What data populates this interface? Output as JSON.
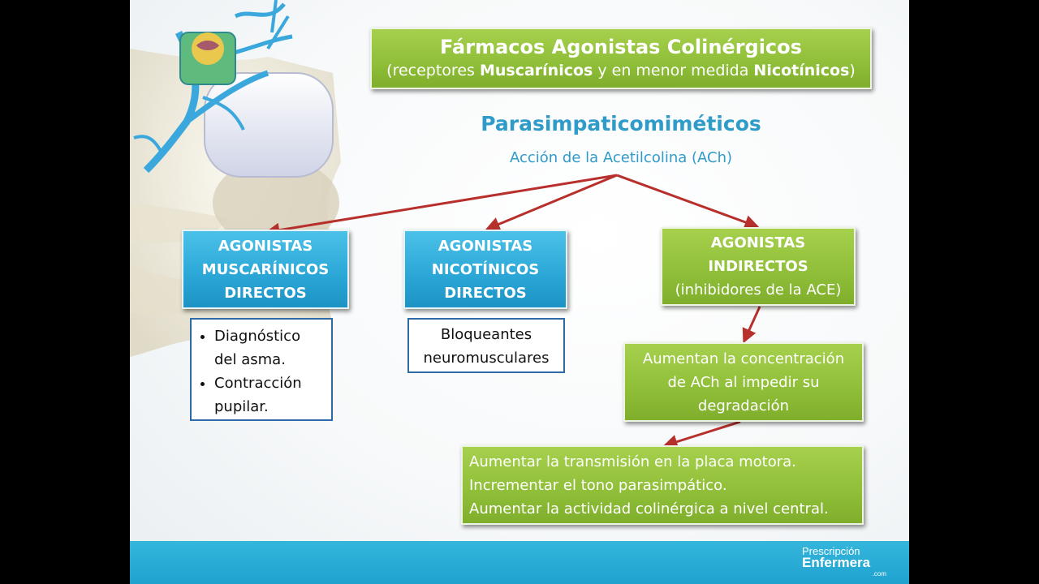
{
  "title": {
    "line1": "Fármacos Agonistas Colinérgicos",
    "line2": "(receptores Muscarínicos  y en menor medida Nicotínicos)"
  },
  "subtitle": "Parasimpaticomiméticos",
  "subsubtitle": "Acción de la Acetilcolina (ACh)",
  "branches": {
    "muscarinicos": {
      "lines": [
        "AGONISTAS",
        "MUSCARÍNICOS",
        "DIRECTOS"
      ]
    },
    "nicotinicos": {
      "lines": [
        "AGONISTAS",
        "NICOTÍNICOS",
        "DIRECTOS"
      ]
    },
    "indirectos": {
      "lines": [
        "AGONISTAS",
        "INDIRECTOS",
        "(inhibidores de la ACE)"
      ]
    }
  },
  "muscarinicos_uses": [
    {
      "lines": [
        "Diagnóstico",
        "del asma."
      ]
    },
    {
      "lines": [
        "Contracción",
        "pupilar."
      ]
    }
  ],
  "nicotinicos_uses": {
    "lines": [
      "Bloqueantes",
      "neuromusculares"
    ]
  },
  "indirectos_effect": {
    "lines": [
      "Aumentan la concentración",
      "de ACh al impedir su",
      "degradación"
    ]
  },
  "results": [
    "Aumentar la transmisión en la placa motora.",
    "Incrementar el tono parasimpático.",
    "Aumentar la actividad colinérgica a nivel central."
  ],
  "logo": {
    "line1": "Prescripción",
    "line2": "Enfermera",
    "line3": ".com"
  },
  "colors": {
    "green": "#8fbe38",
    "blue": "#2aa6d6",
    "subtitle": "#2f9bc9",
    "arrow": "#b8302c",
    "footer": "#2aabd6"
  },
  "icons": {
    "illustration": "spine-vertebra-illustration"
  }
}
